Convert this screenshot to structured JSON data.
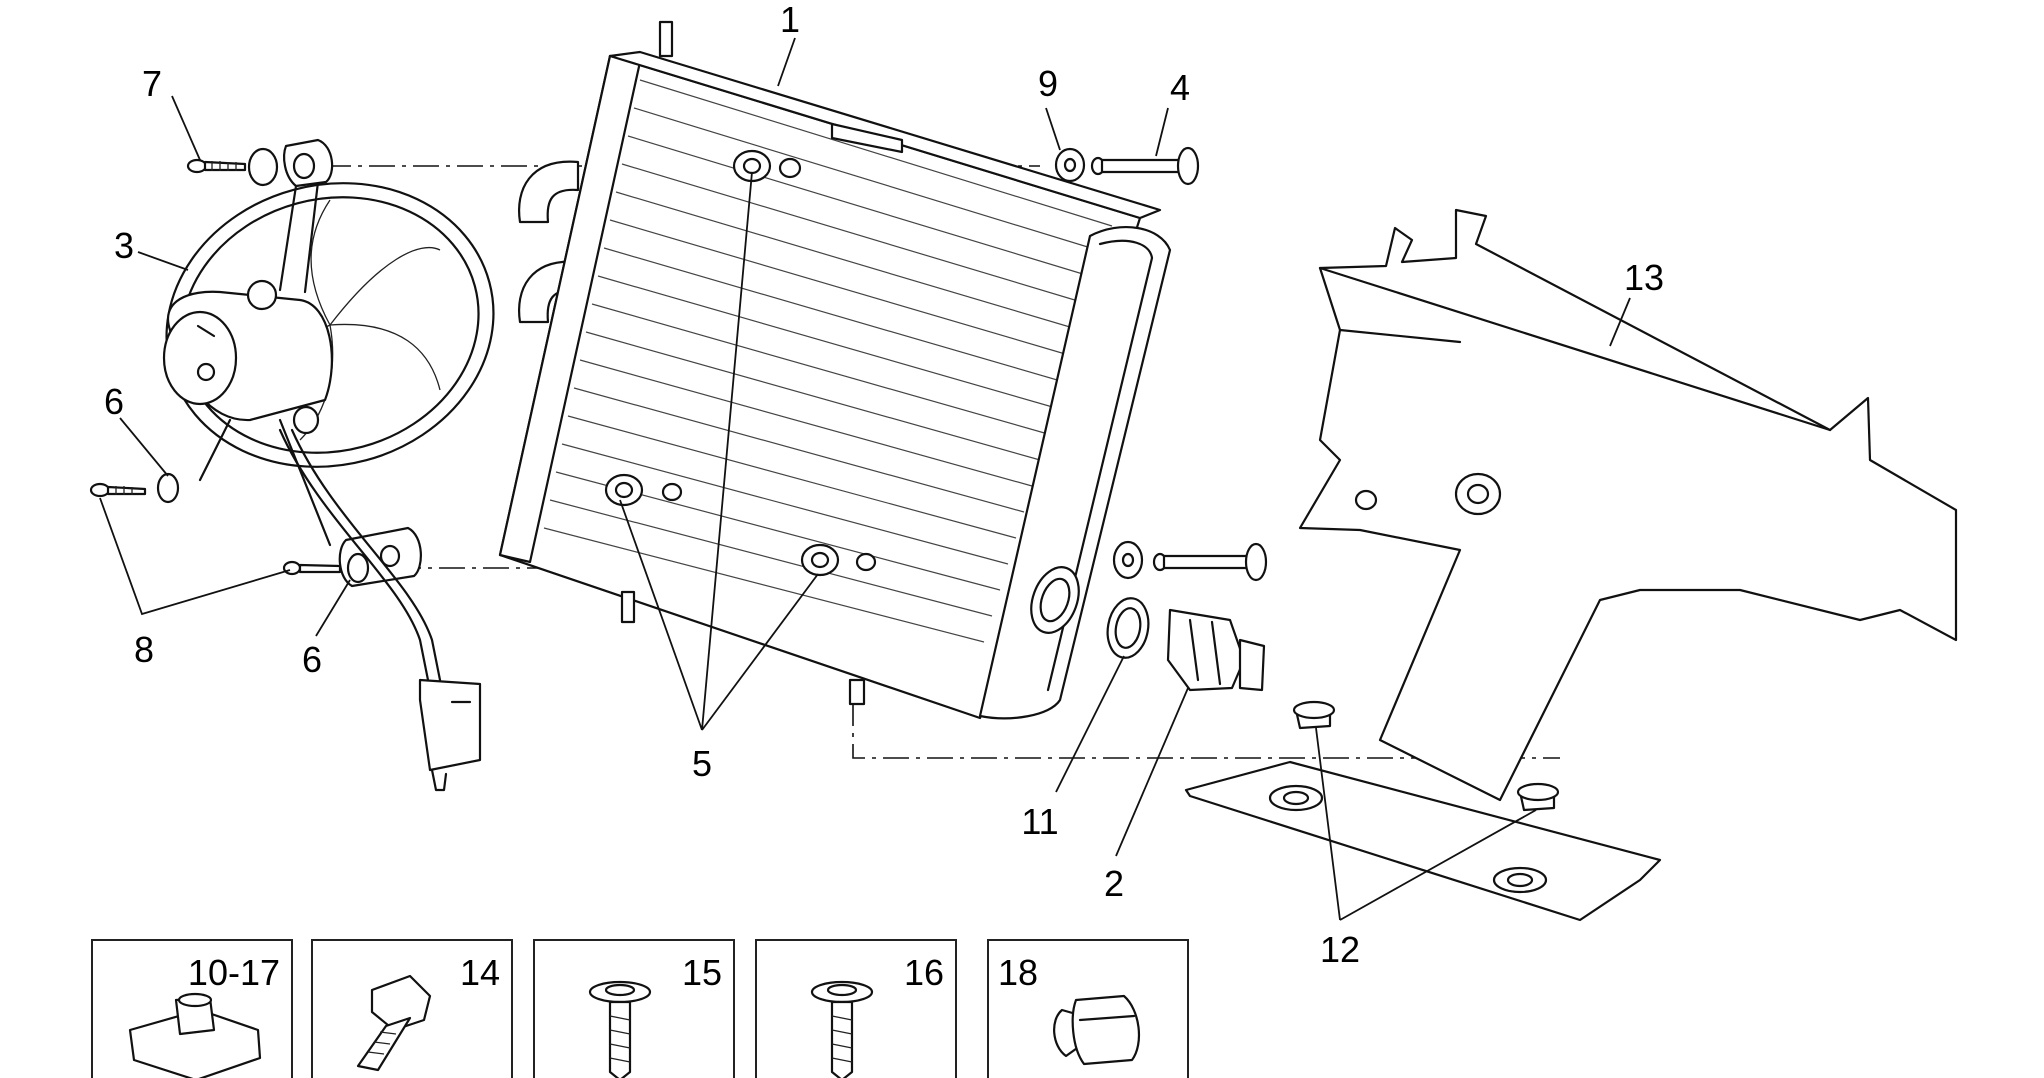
{
  "callouts": {
    "c1": "1",
    "c2": "2",
    "c3": "3",
    "c4": "4",
    "c5": "5",
    "c6a": "6",
    "c6b": "6",
    "c7": "7",
    "c8": "8",
    "c9": "9",
    "c11": "11",
    "c12": "12",
    "c13": "13"
  },
  "legend_boxes": [
    {
      "label": "10-17"
    },
    {
      "label": "14"
    },
    {
      "label": "15"
    },
    {
      "label": "16"
    },
    {
      "label": "18"
    }
  ]
}
